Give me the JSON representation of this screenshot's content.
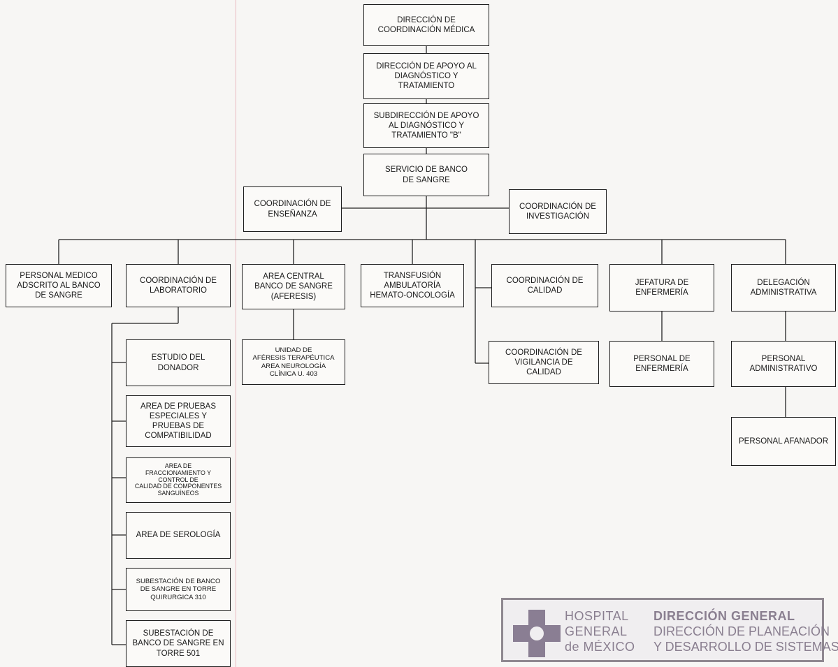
{
  "org_chart": {
    "direccion_coordinacion_medica": "DIRECCIÓN DE\nCOORDINACIÓN MÉDICA",
    "direccion_apoyo": "DIRECCIÓN DE APOYO AL\nDIAGNÓSTICO Y\nTRATAMIENTO",
    "subdireccion_apoyo": "SUBDIRECCIÓN DE APOYO\nAL DIAGNÓSTICO Y\nTRATAMIENTO \"B\"",
    "servicio_banco_sangre": "SERVICIO DE BANCO\nDE SANGRE",
    "coordinacion_ensenanza": "COORDINACIÓN DE\nENSEÑANZA",
    "coordinacion_investigacion": "COORDINACIÓN DE\nINVESTIGACIÓN",
    "personal_medico": "PERSONAL MEDICO\nADSCRITO AL BANCO\nDE SANGRE",
    "coordinacion_laboratorio": "COORDINACIÓN DE\nLABORATORIO",
    "area_central": "AREA CENTRAL\nBANCO DE SANGRE\n(AFERESIS)",
    "transfusion_ambulatoria": "TRANSFUSIÓN\nAMBULATORÍA\nHEMATO-ONCOLOGÍA",
    "coordinacion_calidad": "COORDINACIÓN DE\nCALIDAD",
    "jefatura_enfermeria": "JEFATURA DE\nENFERMERÍA",
    "delegacion_administrativa": "DELEGACIÓN\nADMINISTRATIVA",
    "estudio_donador": "ESTUDIO DEL\nDONADOR",
    "area_pruebas": "AREA DE PRUEBAS\nESPECIALES Y\nPRUEBAS DE\nCOMPATIBILIDAD",
    "area_fraccionamiento": "AREA DE\nFRACCIONAMIENTO Y\nCONTROL DE\nCALIDAD DE COMPONENTES\nSANGUÍNEOS",
    "area_serologia": "AREA DE SEROLOGÍA",
    "subestacion_310": "SUBESTACIÓN DE BANCO\nDE SANGRE EN TORRE\nQUIRURGICA 310",
    "subestacion_501": "SUBESTACIÓN DE\nBANCO DE SANGRE EN\nTORRE 501",
    "unidad_aferesis": "UNIDAD DE\nAFÉRESIS TERAPÉUTICA\nAREA NEUROLOGÍA\nCLÍNICA U. 403",
    "coordinacion_vigilancia": "COORDINACIÓN DE\nVIGILANCIA DE\nCALIDAD",
    "personal_enfermeria": "PERSONAL DE\nENFERMERÍA",
    "personal_administrativo": "PERSONAL\nADMINISTRATIVO",
    "personal_afanador": "PERSONAL AFANADOR"
  },
  "stamp": {
    "hospital_line1": "HOSPITAL",
    "hospital_line2": "GENERAL",
    "hospital_line3": "de MÉXICO",
    "dir_general": "DIRECCIÓN GENERAL",
    "dir_planeacion": "DIRECCIÓN DE PLANEACIÓN",
    "dir_desarrollo": "Y DESARROLLO DE SISTEMAS"
  },
  "colors": {
    "line": "#222222",
    "stamp": "#8a7e93",
    "margin_line": "#e8b9c0"
  }
}
